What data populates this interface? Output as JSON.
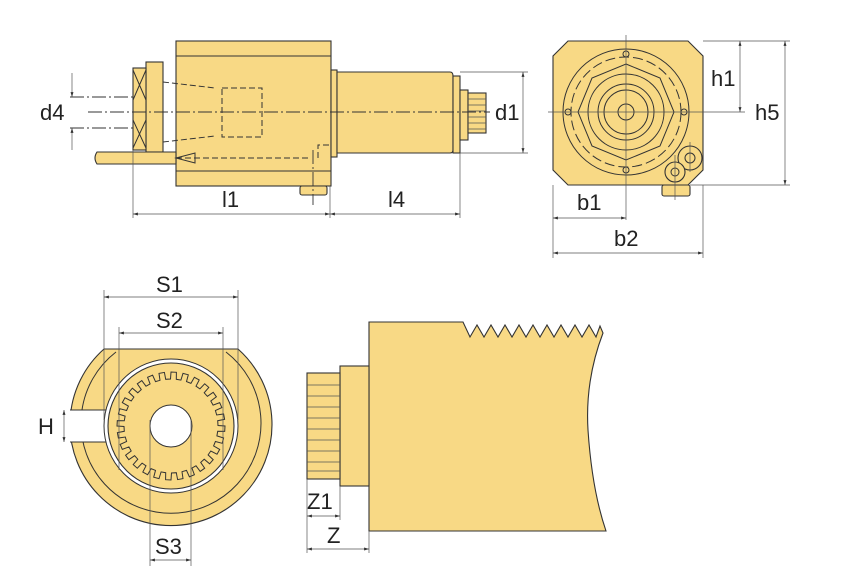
{
  "diagram": {
    "side_view": {
      "labels": {
        "d4": "d4",
        "d1": "d1",
        "l1": "l1",
        "l4": "l4"
      }
    },
    "front_view": {
      "labels": {
        "h1": "h1",
        "h5": "h5",
        "b1": "b1",
        "b2": "b2"
      }
    },
    "coupling_end_view": {
      "labels": {
        "S1": "S1",
        "S2": "S2",
        "S3": "S3",
        "H": "H"
      }
    },
    "coupling_side_view": {
      "labels": {
        "Z1": "Z1",
        "Z": "Z"
      }
    },
    "colors": {
      "body_fill": "#f8d985",
      "outline": "#333333"
    }
  }
}
